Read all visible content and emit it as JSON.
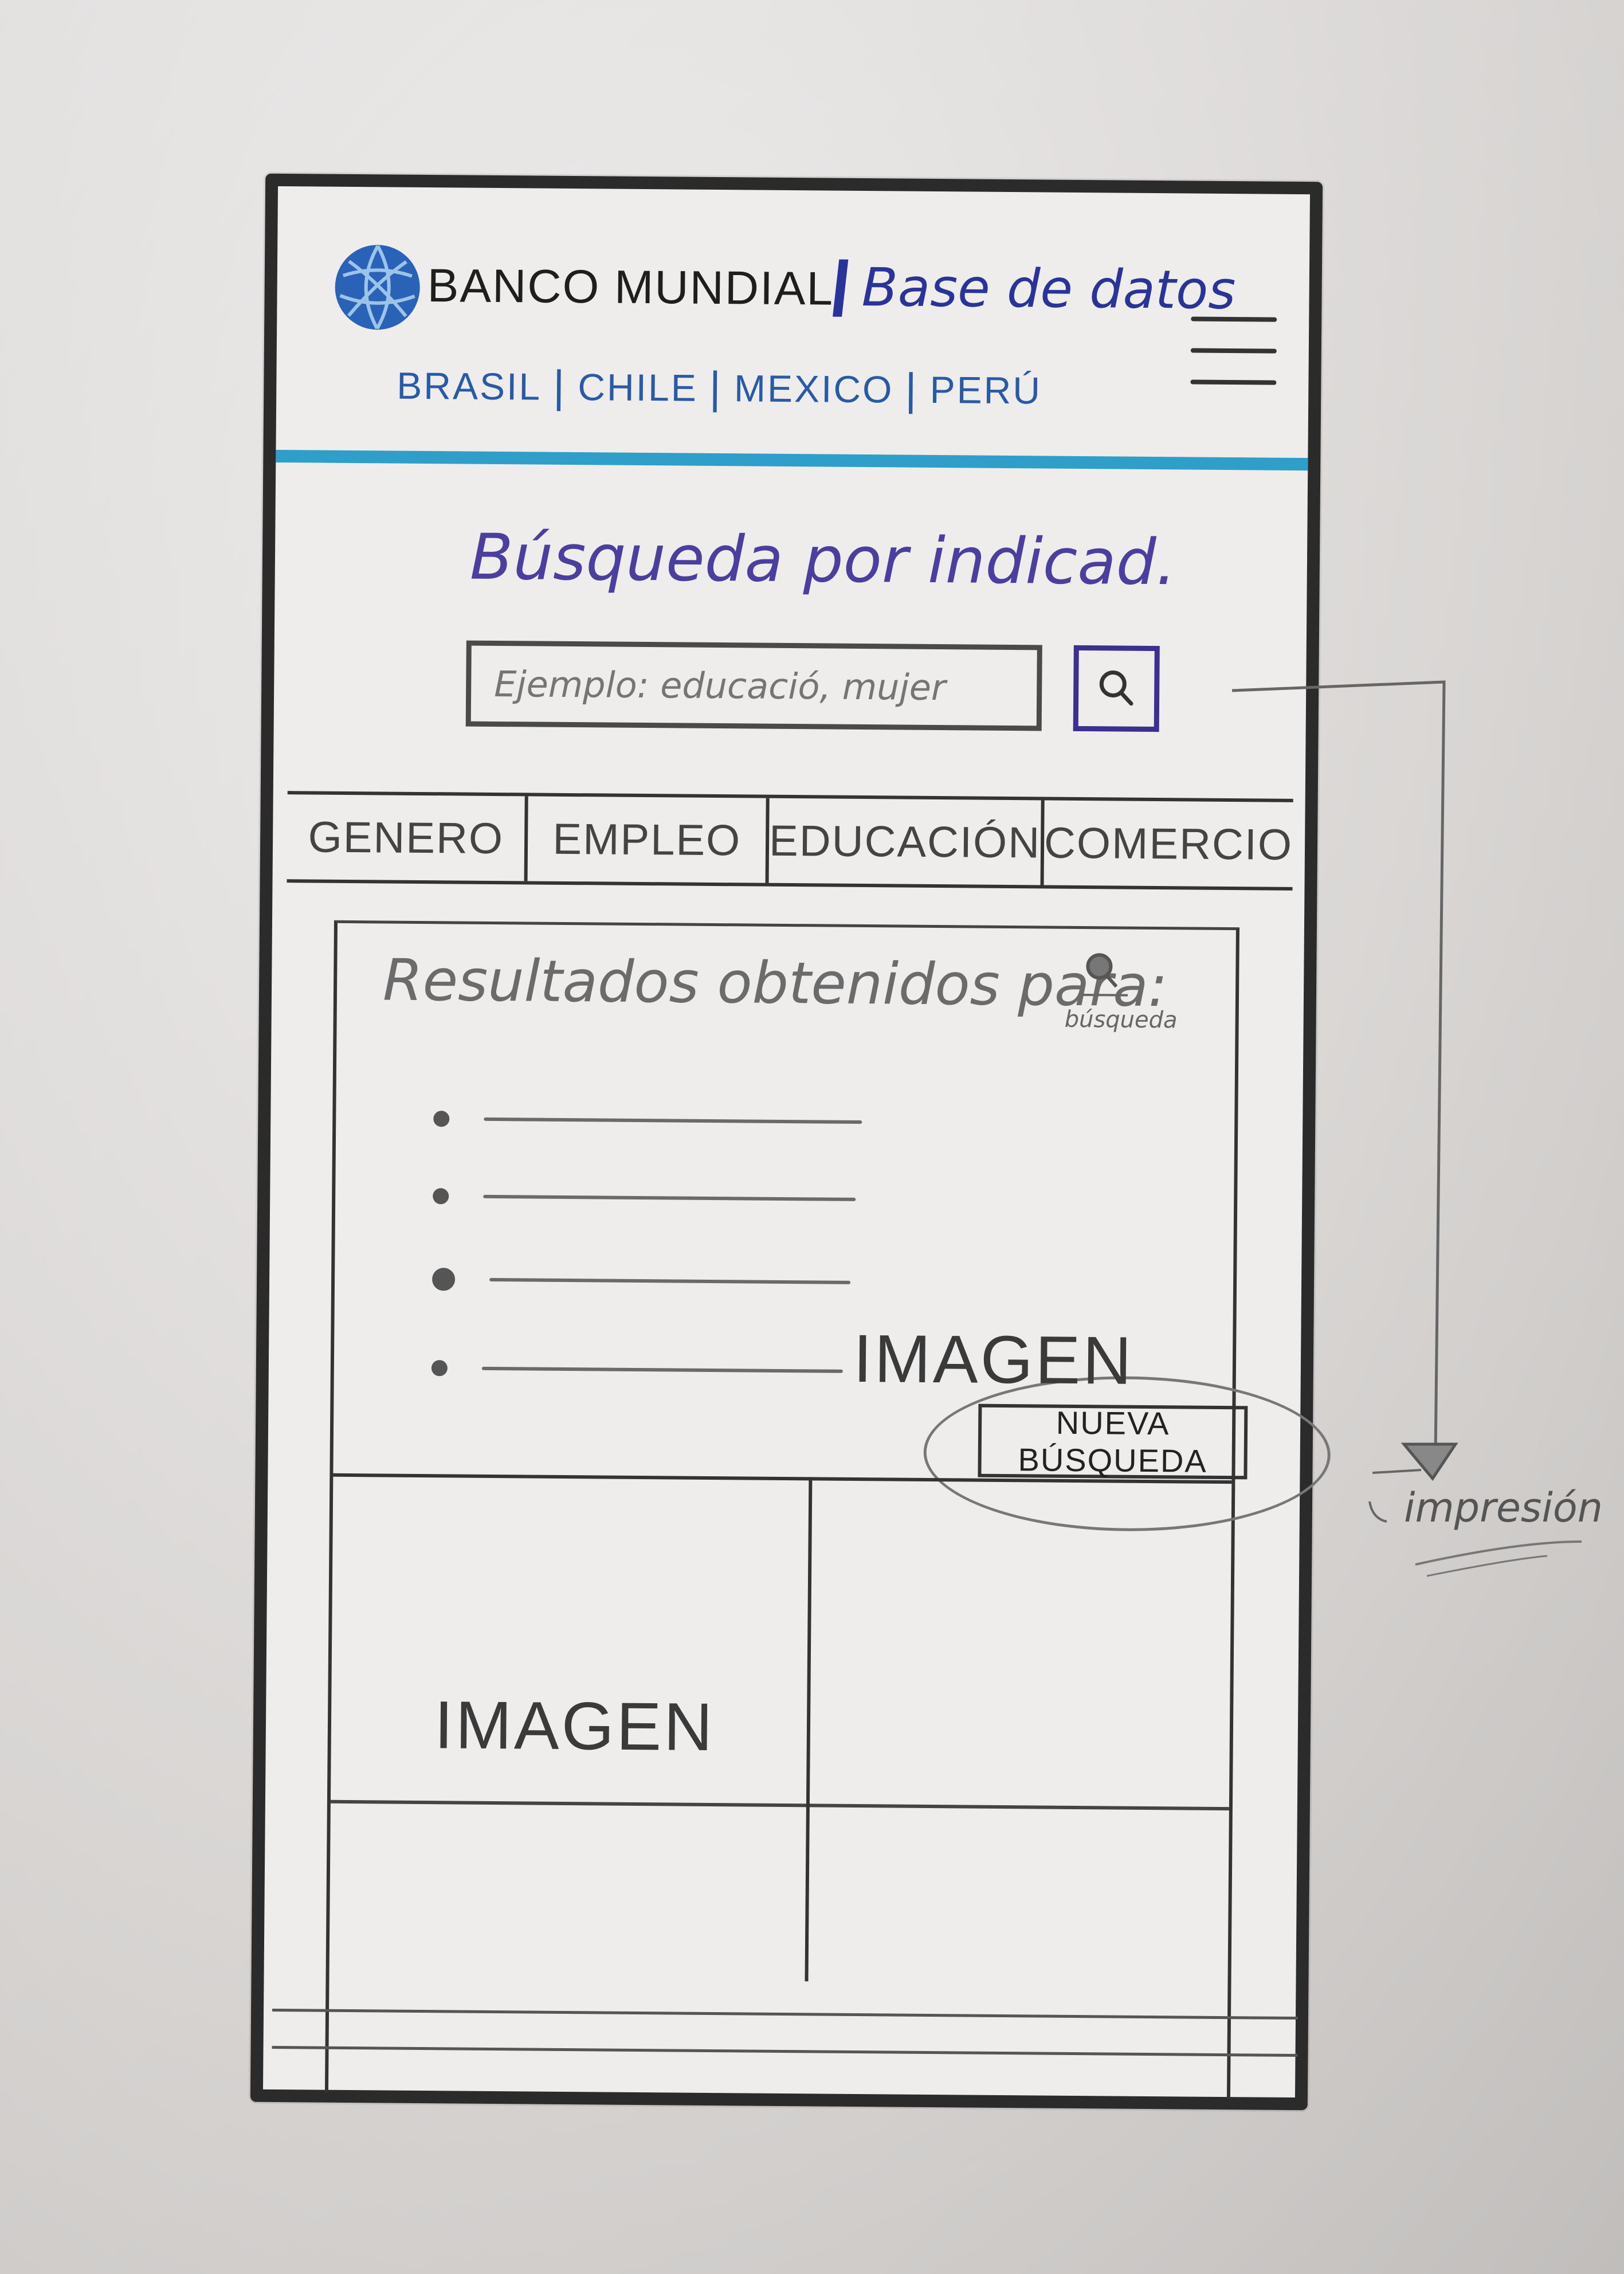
{
  "header": {
    "brand": "BANCO MUNDIAL",
    "database": "Base de datos",
    "countries": [
      "BRASIL",
      "CHILE",
      "MEXICO",
      "PERÚ"
    ]
  },
  "search": {
    "title": "Búsqueda por indicad.",
    "placeholder": "Ejemplo: educació, mujer"
  },
  "tabs": [
    "GENERO",
    "EMPLEO",
    "EDUCACIÓN",
    "COMERCIO"
  ],
  "results": {
    "title": "Resultados obtenidos para:",
    "icon_label": "búsqueda",
    "new_search_label": "NUEVA BÚSQUEDA",
    "image_labels": [
      "IMAGEN",
      "IMAGEN"
    ]
  },
  "annotation": {
    "text": "impresión"
  },
  "colors": {
    "accent_blue": "#2f9ec9",
    "ink_blue": "#2a3397",
    "logo_blue": "#2a62b8"
  },
  "icons": [
    "globe-logo-icon",
    "hamburger-menu-icon",
    "search-icon"
  ]
}
